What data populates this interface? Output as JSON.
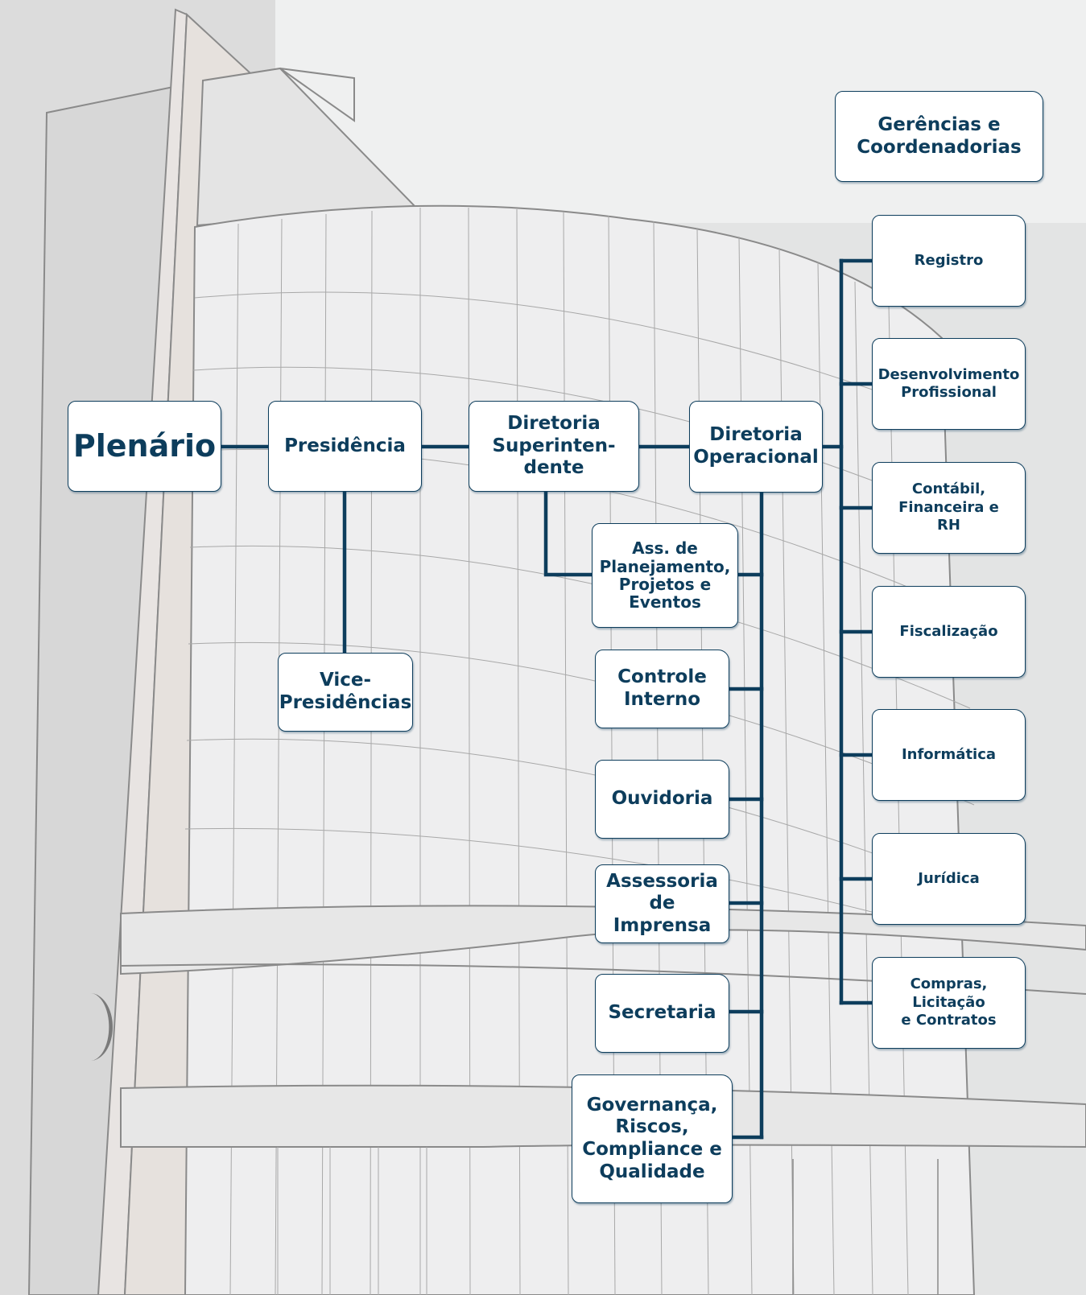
{
  "colors": {
    "line": "#0d3d5c",
    "box_text": "#0d3d5c",
    "box_fill": "#ffffff",
    "background": "#eceded"
  },
  "header": {
    "title": "Gerências e\nCoordenadorias"
  },
  "nodes": {
    "plenario": "Plenário",
    "presidencia": "Presidência",
    "vice_presidencias": "Vice-\nPresidências",
    "diretoria_superintendente": "Diretoria\nSuperinten-\ndente",
    "diretoria_operacional": "Diretoria\nOperacional",
    "ass_planejamento": "Ass. de\nPlanejamento,\nProjetos e\nEventos",
    "controle_interno": "Controle\nInterno",
    "ouvidoria": "Ouvidoria",
    "assessoria_imprensa": "Assessoria\nde\nImprensa",
    "secretaria": "Secretaria",
    "governanca": "Governança,\nRiscos,\nCompliance e\nQualidade"
  },
  "gerencias": [
    "Registro",
    "Desenvolvimento\nProfissional",
    "Contábil,\nFinanceira e\nRH",
    "Fiscalização",
    "Informática",
    "Jurídica",
    "Compras, Licitação\ne Contratos"
  ]
}
